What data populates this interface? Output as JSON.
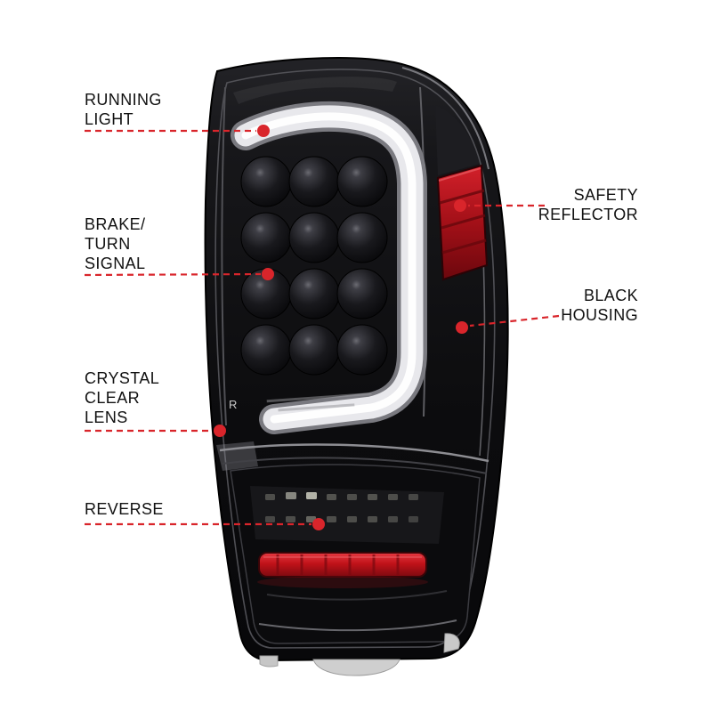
{
  "colors": {
    "background": "#ffffff",
    "label_text": "#111111",
    "callout_red": "#d9252b",
    "housing_black": "#0c0c0e",
    "light_bar_white": "#e9e9ec",
    "reflector_red": "#a31018",
    "reverse_bar_red": "#c11219"
  },
  "product": {
    "lens_marking_r": "R"
  },
  "callouts": [
    {
      "id": "running-light",
      "lines": [
        "RUNNING",
        "LIGHT"
      ]
    },
    {
      "id": "safety-reflector",
      "lines": [
        "SAFETY",
        "REFLECTOR"
      ]
    },
    {
      "id": "brake-turn-signal",
      "lines": [
        "BRAKE/",
        "TURN",
        "SIGNAL"
      ]
    },
    {
      "id": "black-housing",
      "lines": [
        "BLACK",
        "HOUSING"
      ]
    },
    {
      "id": "crystal-clear-lens",
      "lines": [
        "CRYSTAL",
        "CLEAR",
        "LENS"
      ]
    },
    {
      "id": "reverse",
      "lines": [
        "REVERSE"
      ]
    }
  ]
}
